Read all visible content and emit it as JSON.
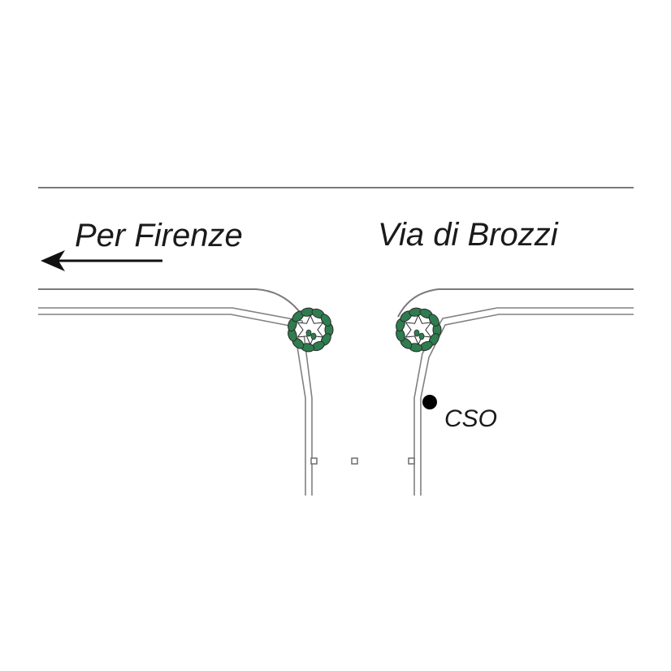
{
  "map": {
    "labels": {
      "direction": "Per Firenze",
      "street": "Via di Brozzi",
      "point": "CSO"
    },
    "icons": {
      "direction_arrow": "arrow-left-icon",
      "tree": "tree-icon",
      "point_marker": "filled-circle-icon",
      "bollard": "square-post-icon"
    },
    "colors": {
      "background": "#ffffff",
      "road_line": "#7a7a7a",
      "tree_leaf": "#2e7d4f",
      "tree_outline": "#2b2b2b",
      "text": "#1a1a1a",
      "marker": "#000000"
    }
  }
}
